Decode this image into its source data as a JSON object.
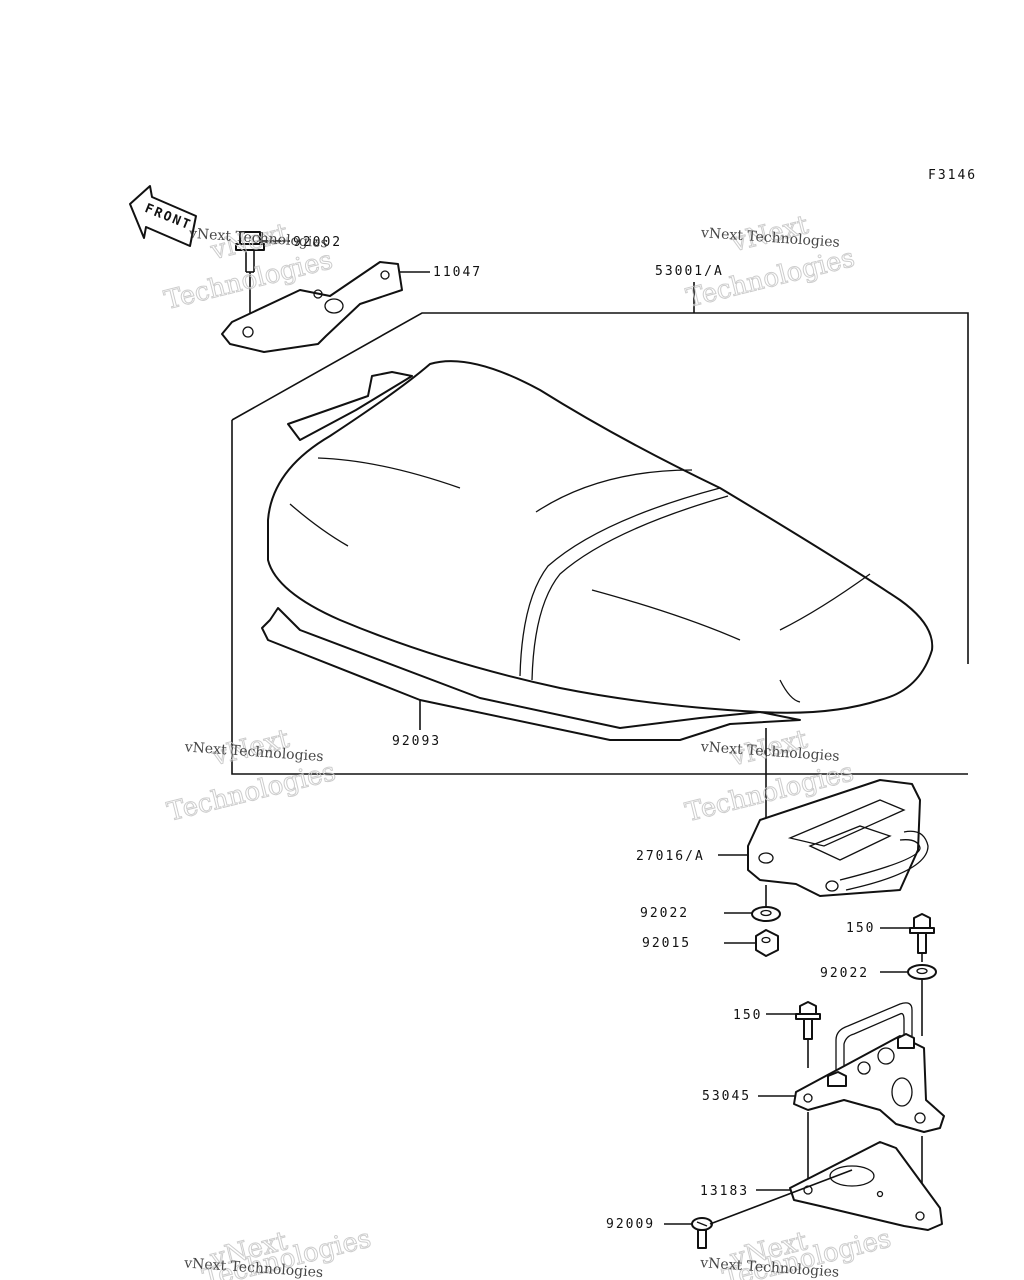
{
  "figure_code": "F3146",
  "front_label": "FRONT",
  "watermark": {
    "line1": "vNext",
    "line2": "Technologies",
    "caption": "vNext Technologies"
  },
  "parts": {
    "bolt_top": "92002",
    "bracket_front": "11047",
    "seat_assy": "53001/A",
    "seat_trim": "92093",
    "hook_bracket": "27016/A",
    "washer_a": "92022",
    "nut_a": "92015",
    "bolt_b": "150",
    "washer_b": "92022",
    "bolt_c": "150",
    "lock_bracket": "53045",
    "plate": "13183",
    "screw": "92009"
  }
}
